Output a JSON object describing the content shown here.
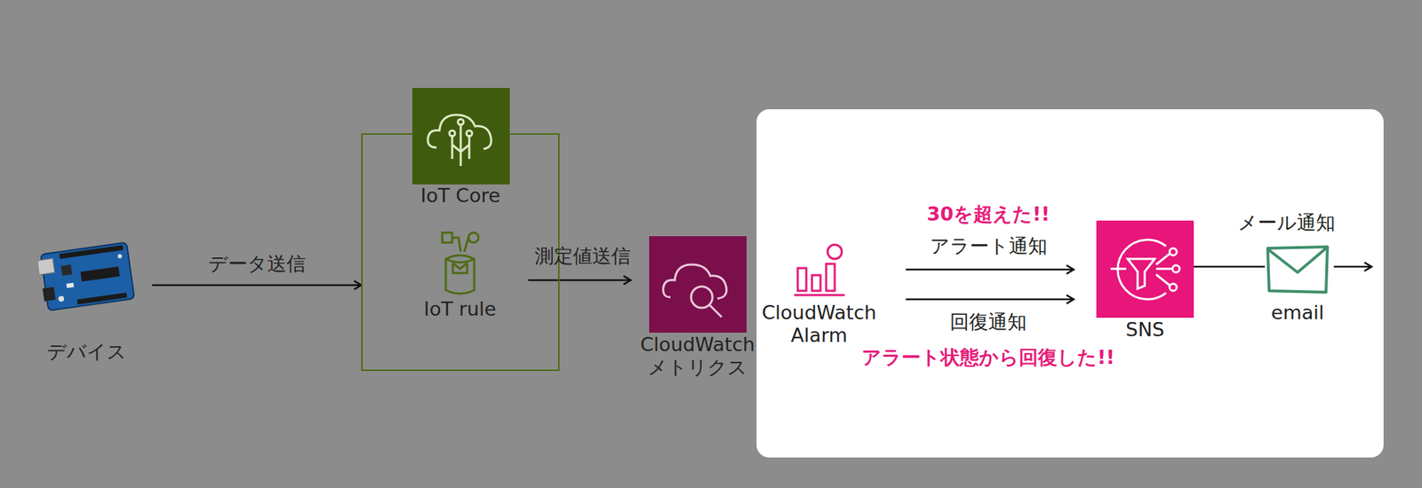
{
  "diagram": {
    "nodes": [
      {
        "text": [
          "デバイス"
        ]
      },
      {
        "text": [
          "IoT Core"
        ]
      },
      {
        "text": [
          "IoT rule"
        ],
        "in": 1
      },
      {
        "text": [
          "CloudWatch メトリクス"
        ]
      },
      {
        "text": [
          "CloudWatch Alarm"
        ]
      },
      {
        "text": [
          "SNS"
        ]
      },
      {
        "text": [
          "email"
        ]
      }
    ],
    "edges": [
      {
        "from": 0,
        "to": 1,
        "label": "データ送信",
        "arrow": "to"
      },
      {
        "from": 2,
        "to": 3,
        "label": "測定値送信",
        "arrow": "to"
      },
      {
        "from": 4,
        "to": 5,
        "label": "アラート通知",
        "arrow": "to"
      },
      {
        "from": 4,
        "to": 5,
        "label": "回復通知",
        "arrow": "to"
      },
      {
        "from": 5,
        "to": 6,
        "label": "メール通知",
        "arrow": "none"
      }
    ],
    "labels": [
      "30を超えた!!",
      "アラート状態から回復した!!"
    ]
  }
}
